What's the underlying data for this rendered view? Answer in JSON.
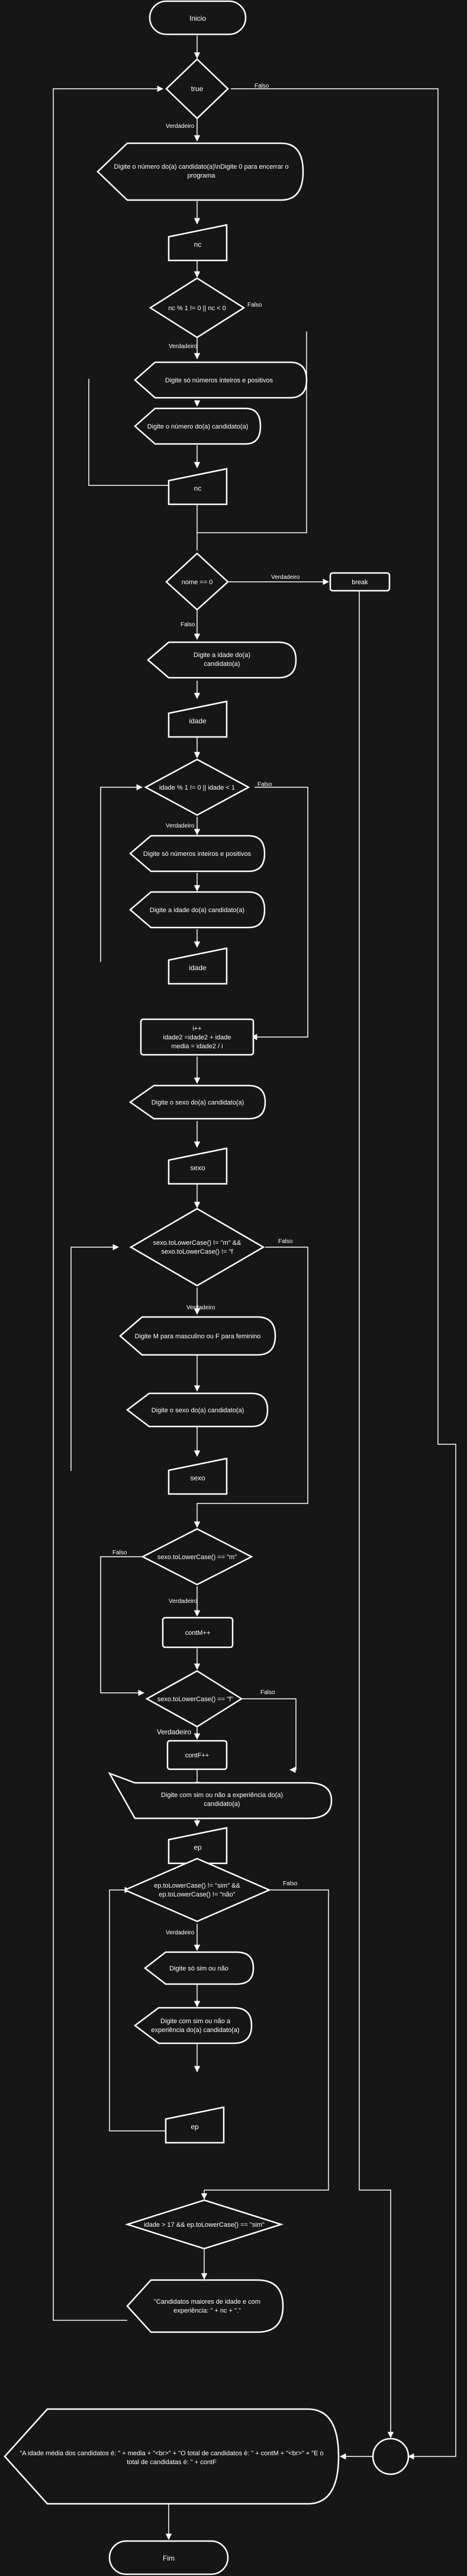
{
  "nodes": {
    "inicio": "Inicio",
    "while_true": "true",
    "prompt_nc_1": "Digite o número do(a) candidato(a)\\nDigite 0 para encerrar o",
    "prompt_nc_2": "programa",
    "read_nc": "nc",
    "check_nc": "nc % 1 != 0 || nc < 0",
    "err_nc": "Digite só números inteiros e positivos",
    "reprompt_nc": "Digite o número do(a) candidato(a)",
    "read_nc_2": "nc",
    "check_zero": "nome == 0",
    "break": "break",
    "prompt_idade_1": "Digite a idade do(a)",
    "prompt_idade_2": "candidato(a)",
    "read_idade": "idade",
    "check_idade": "idade % 1 != 0 || idade < 1",
    "err_idade": "Digite só números inteiros e positivos",
    "reprompt_idade": "Digite a idade do(a) candidato(a)",
    "read_idade_2": "idade",
    "calc_1": "i++",
    "calc_2": "idade2 =idade2 + idade",
    "calc_3": "media = idade2 / i",
    "prompt_sexo": "Digite o sexo do(a) candidato(a)",
    "read_sexo": "sexo",
    "check_sexo_1": "sexo.toLowerCase() != \"m\" &&",
    "check_sexo_2": "sexo.toLowerCase() != \"f",
    "err_sexo": "Digite M para masculino ou F para feminino",
    "reprompt_sexo": "Digite o sexo do(a) candidato(a)",
    "read_sexo_2": "sexo",
    "check_m": "sexo.toLowerCase() == \"m\"",
    "cont_m": "contM++",
    "check_f": "sexo.toLowerCase() == \"f\"",
    "cont_f": "contF++",
    "prompt_exp_1": "Digite com sim ou não a experiência do(a)",
    "prompt_exp_2": "candidato(a)",
    "read_exp": "ep",
    "check_exp_1": "ep.toLowerCase() != \"sim\" &&",
    "check_exp_2": "ep.toLowerCase() != \"não\"",
    "err_exp": "Digite só sim ou não",
    "reprompt_exp_1": "Digite com sim ou não a",
    "reprompt_exp_2": "experiência do(a) candidato(a)",
    "read_exp_2": "ep",
    "check_final": "idade > 17 && ep.toLowerCase() == \"sim\"",
    "print_1": "\"Candidatos maiores de idade e com",
    "print_2": "experiência: \" + nc + \".\"",
    "result_1": "\"A idade média dos candidatos é: \" + media + \"<br>\" + \"O total de candidatos é: \" + contM + \"<br>\" + \"E o",
    "result_2": "total de candidatas é: \" + contF",
    "fim": "Fim"
  },
  "edges": {
    "true": "Verdadeiro",
    "false": "Falso"
  }
}
